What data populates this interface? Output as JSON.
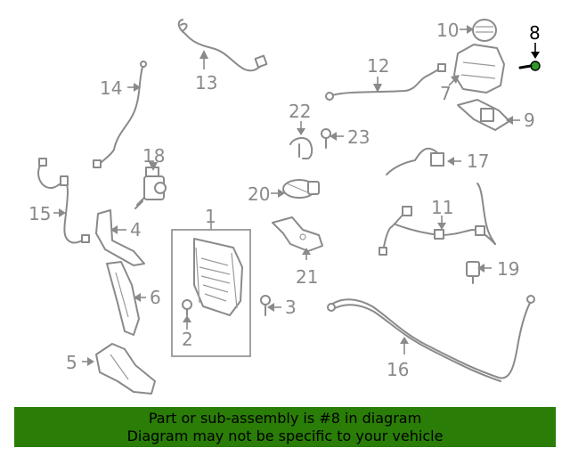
{
  "callouts": {
    "c1": "1",
    "c2": "2",
    "c3": "3",
    "c4": "4",
    "c5": "5",
    "c6": "6",
    "c7": "7",
    "c8": "8",
    "c9": "9",
    "c10": "10",
    "c11": "11",
    "c12": "12",
    "c13": "13",
    "c14": "14",
    "c15": "15",
    "c16": "16",
    "c17": "17",
    "c18": "18",
    "c19": "19",
    "c20": "20",
    "c21": "21",
    "c22": "22",
    "c23": "23"
  },
  "highlighted_part": "8",
  "colors": {
    "highlight_banner": "#2a7d07",
    "highlight_part": "#2f9a2a",
    "part_lines": "#8a8a8a"
  },
  "footer": {
    "line1": "Part or sub-assembly is #8 in diagram",
    "line2": "Diagram may not be specific to your vehicle"
  }
}
